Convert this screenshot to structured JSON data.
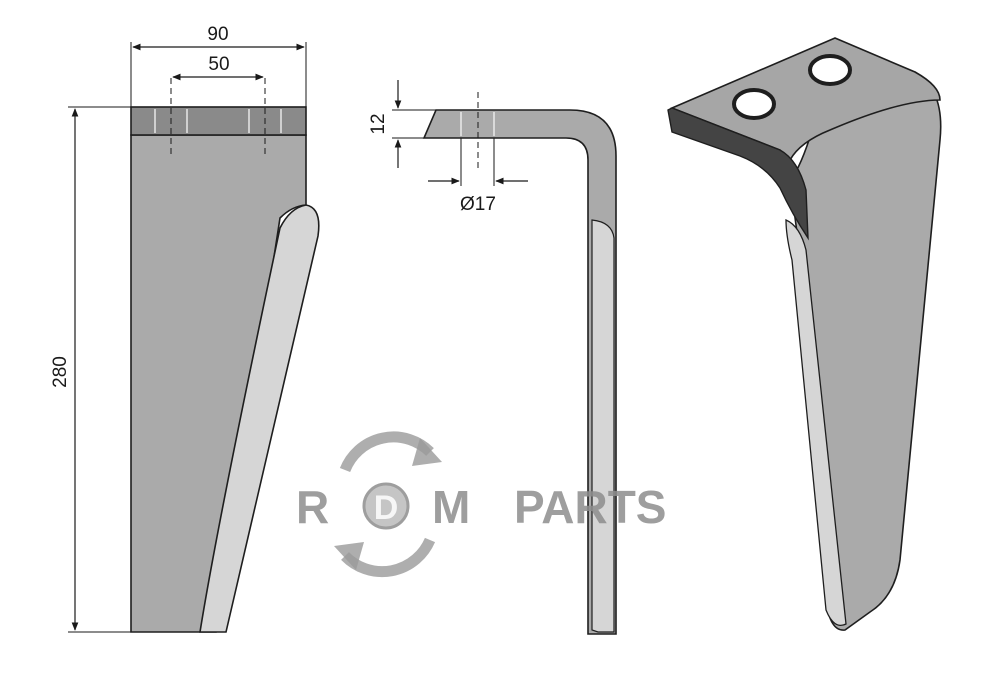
{
  "dimensions": {
    "width_total": "90",
    "hole_spacing": "50",
    "height": "280",
    "thickness": "12",
    "hole_diameter": "Ø17"
  },
  "watermark": {
    "letter_r": "R",
    "letter_d": "D",
    "letter_m": "M",
    "word_parts": "PARTS"
  },
  "colors": {
    "blade_fill": "#aaaaaa",
    "blade_stroke": "#1e1e1e",
    "mount_fill": "#8a8a8a",
    "edge_fill": "#d6d6d6",
    "dark_face": "#444444",
    "watermark": "#8e8e8e"
  }
}
